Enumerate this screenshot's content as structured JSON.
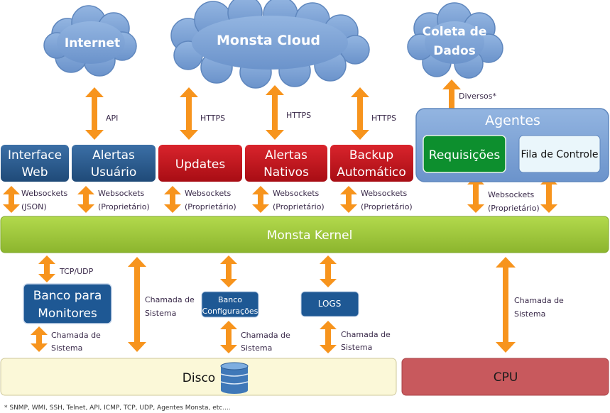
{
  "clouds": {
    "internet": "Internet",
    "monsta_cloud": "Monsta Cloud",
    "coleta_l1": "Coleta de",
    "coleta_l2": "Dados"
  },
  "top_links": {
    "api": "API",
    "https1": "HTTPS",
    "https2": "HTTPS",
    "https3": "HTTPS",
    "diversos": "Diversos*"
  },
  "modules": {
    "interface_l1": "Interface",
    "interface_l2": "Web",
    "alertas_usuario_l1": "Alertas",
    "alertas_usuario_l2": "Usuário",
    "updates": "Updates",
    "alertas_nativos_l1": "Alertas",
    "alertas_nativos_l2": "Nativos",
    "backup_l1": "Backup",
    "backup_l2": "Automático"
  },
  "agentes": {
    "title": "Agentes",
    "requisicoes": "Requisições",
    "fila": "Fila de Controle"
  },
  "ws_labels": {
    "ws1_l1": "Websockets",
    "ws1_l2": "(JSON)",
    "ws2_l1": "Websockets",
    "ws2_l2": "(Proprietário)",
    "ws3_l1": "Websockets",
    "ws3_l2": "(Proprietário)",
    "ws4_l1": "Websockets",
    "ws4_l2": "(Proprietário)",
    "ws5_l1": "Websockets",
    "ws5_l2": "(Proprietário)",
    "ws6_l1": "Websockets",
    "ws6_l2": "(Proprietário)"
  },
  "kernel": "Monsta Kernel",
  "lower": {
    "tcpudp": "TCP/UDP",
    "banco_monitores_l1": "Banco para",
    "banco_monitores_l2": "Monitores",
    "chamada_center_l1": "Chamada de",
    "chamada_center_l2": "Sistema",
    "banco_config_l1": "Banco",
    "banco_config_l2": "Configurações",
    "logs": "LOGS",
    "chamada_cpu_l1": "Chamada de",
    "chamada_cpu_l2": "Sistema",
    "chamada_banco_l1": "Chamada de",
    "chamada_banco_l2": "Sistema",
    "chamada_config_l1": "Chamada de",
    "chamada_config_l2": "Sistema",
    "chamada_logs_l1": "Chamada de",
    "chamada_logs_l2": "Sistema"
  },
  "disco": "Disco",
  "cpu": "CPU",
  "footnote": "* SNMP, WMI, SSH, Telnet, API, ICMP, TCP, UDP, Agentes Monsta, etc....",
  "colors": {
    "cloud": "#7ea3d6",
    "blue_module": "#2d5a8c",
    "red_module": "#c0141c",
    "kernel": "#9dc63c",
    "arrow": "#f7941d",
    "agentes_panel": "#7ea3d6",
    "green_box": "#0d8f2e",
    "disco": "#fbf8d8",
    "cpu": "#c8595d"
  }
}
